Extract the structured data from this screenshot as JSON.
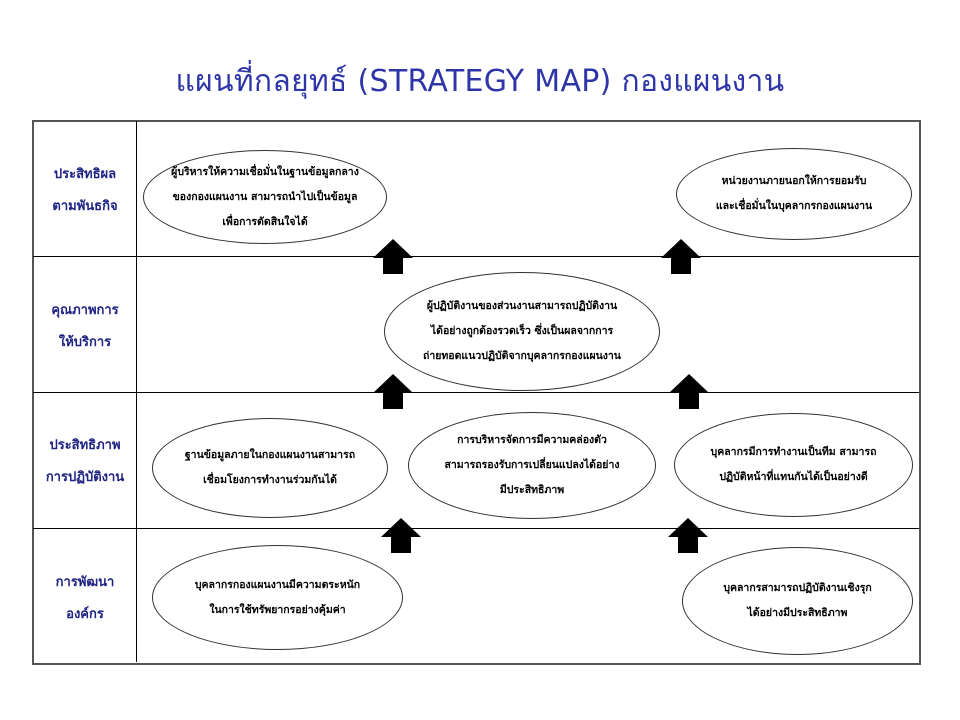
{
  "title": "แผนที่กลยุทธ์ (STRATEGY MAP) กองแผนงาน",
  "colors": {
    "title": "#2e35a8",
    "perspective_label": "#1e2282",
    "objective_text": "#000000",
    "border": "#555555",
    "arrow": "#000000"
  },
  "perspectives": [
    {
      "lines": [
        "ประสิทธิผล",
        "ตามพันธกิจ"
      ]
    },
    {
      "lines": [
        "คุณภาพการ",
        "ให้บริการ"
      ]
    },
    {
      "lines": [
        "ประสิทธิภาพ",
        "การปฏิบัติงาน"
      ]
    },
    {
      "lines": [
        "การพัฒนา",
        "องค์กร"
      ]
    }
  ],
  "objectives": [
    {
      "perspective": 0,
      "lines": [
        "ผู้บริหารให้ความเชื่อมั่นในฐานข้อมูลกลาง",
        "ของกองแผนงาน สามารถนำไปเป็นข้อมูล",
        "เพื่อการตัดสินใจได้"
      ]
    },
    {
      "perspective": 0,
      "lines": [
        "หน่วยงานภายนอกให้การยอมรับ",
        "และเชื่อมั่นในบุคลากรกองแผนงาน"
      ]
    },
    {
      "perspective": 1,
      "lines": [
        "ผู้ปฏิบัติงานของส่วนงานสามารถปฏิบัติงาน",
        "ได้อย่างถูกต้องรวดเร็ว ซึ่งเป็นผลจากการ",
        "ถ่ายทอดแนวปฏิบัติจากบุคลากรกองแผนงาน"
      ]
    },
    {
      "perspective": 2,
      "lines": [
        "ฐานข้อมูลภายในกองแผนงานสามารถ",
        "เชื่อมโยงการทำงานร่วมกันได้"
      ]
    },
    {
      "perspective": 2,
      "lines": [
        "การบริหารจัดการมีความคล่องตัว",
        "สามารถรองรับการเปลี่ยนแปลงได้อย่าง",
        "มีประสิทธิภาพ"
      ]
    },
    {
      "perspective": 2,
      "lines": [
        "บุคลากรมีการทำงานเป็นทีม สามารถ",
        "ปฏิบัติหน้าที่แทนกันได้เป็นอย่างดี"
      ]
    },
    {
      "perspective": 3,
      "lines": [
        "บุคลากรกองแผนงานมีความตระหนัก",
        "ในการใช้ทรัพยากรอย่างคุ้มค่า"
      ]
    },
    {
      "perspective": 3,
      "lines": [
        "บุคลากรสามารถปฏิบัติงานเชิงรุก",
        "ได้อย่างมีประสิทธิภาพ"
      ]
    }
  ],
  "icons": {
    "connector": "arrow-up-icon"
  }
}
